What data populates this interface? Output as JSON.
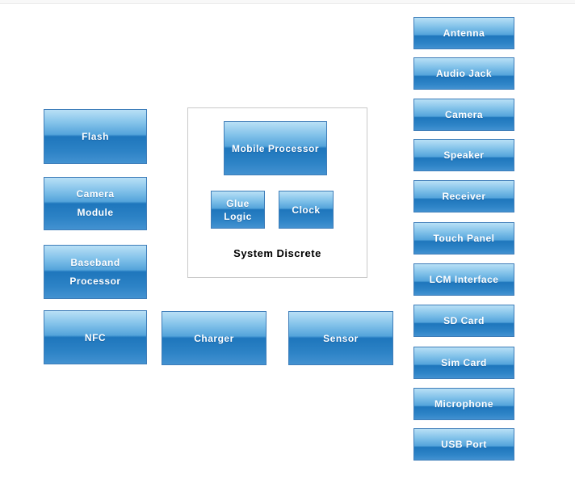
{
  "diagram": {
    "group_title": "System Discrete",
    "boxes": {
      "flash": "Flash",
      "camera_module": "Camera\nModule",
      "baseband_processor": "Baseband\nProcessor",
      "nfc": "NFC",
      "mobile_processor": "Mobile Processor",
      "glue_logic": "Glue\nLogic",
      "clock": "Clock",
      "charger": "Charger",
      "sensor": "Sensor"
    },
    "right_column": [
      "Antenna",
      "Audio Jack",
      "Camera",
      "Speaker",
      "Receiver",
      "Touch Panel",
      "LCM Interface",
      "SD Card",
      "Sim Card",
      "Microphone",
      "USB Port"
    ],
    "colors": {
      "box_gradient_top": "#b9e0f6",
      "box_gradient_upper_mid": "#54a4db",
      "box_gradient_dark": "#1e76bc",
      "box_gradient_bottom": "#4392d1",
      "box_border": "#3e7db9",
      "box_text": "#ffffff",
      "group_border": "#c9c9c9",
      "group_label_text": "#000000"
    }
  }
}
